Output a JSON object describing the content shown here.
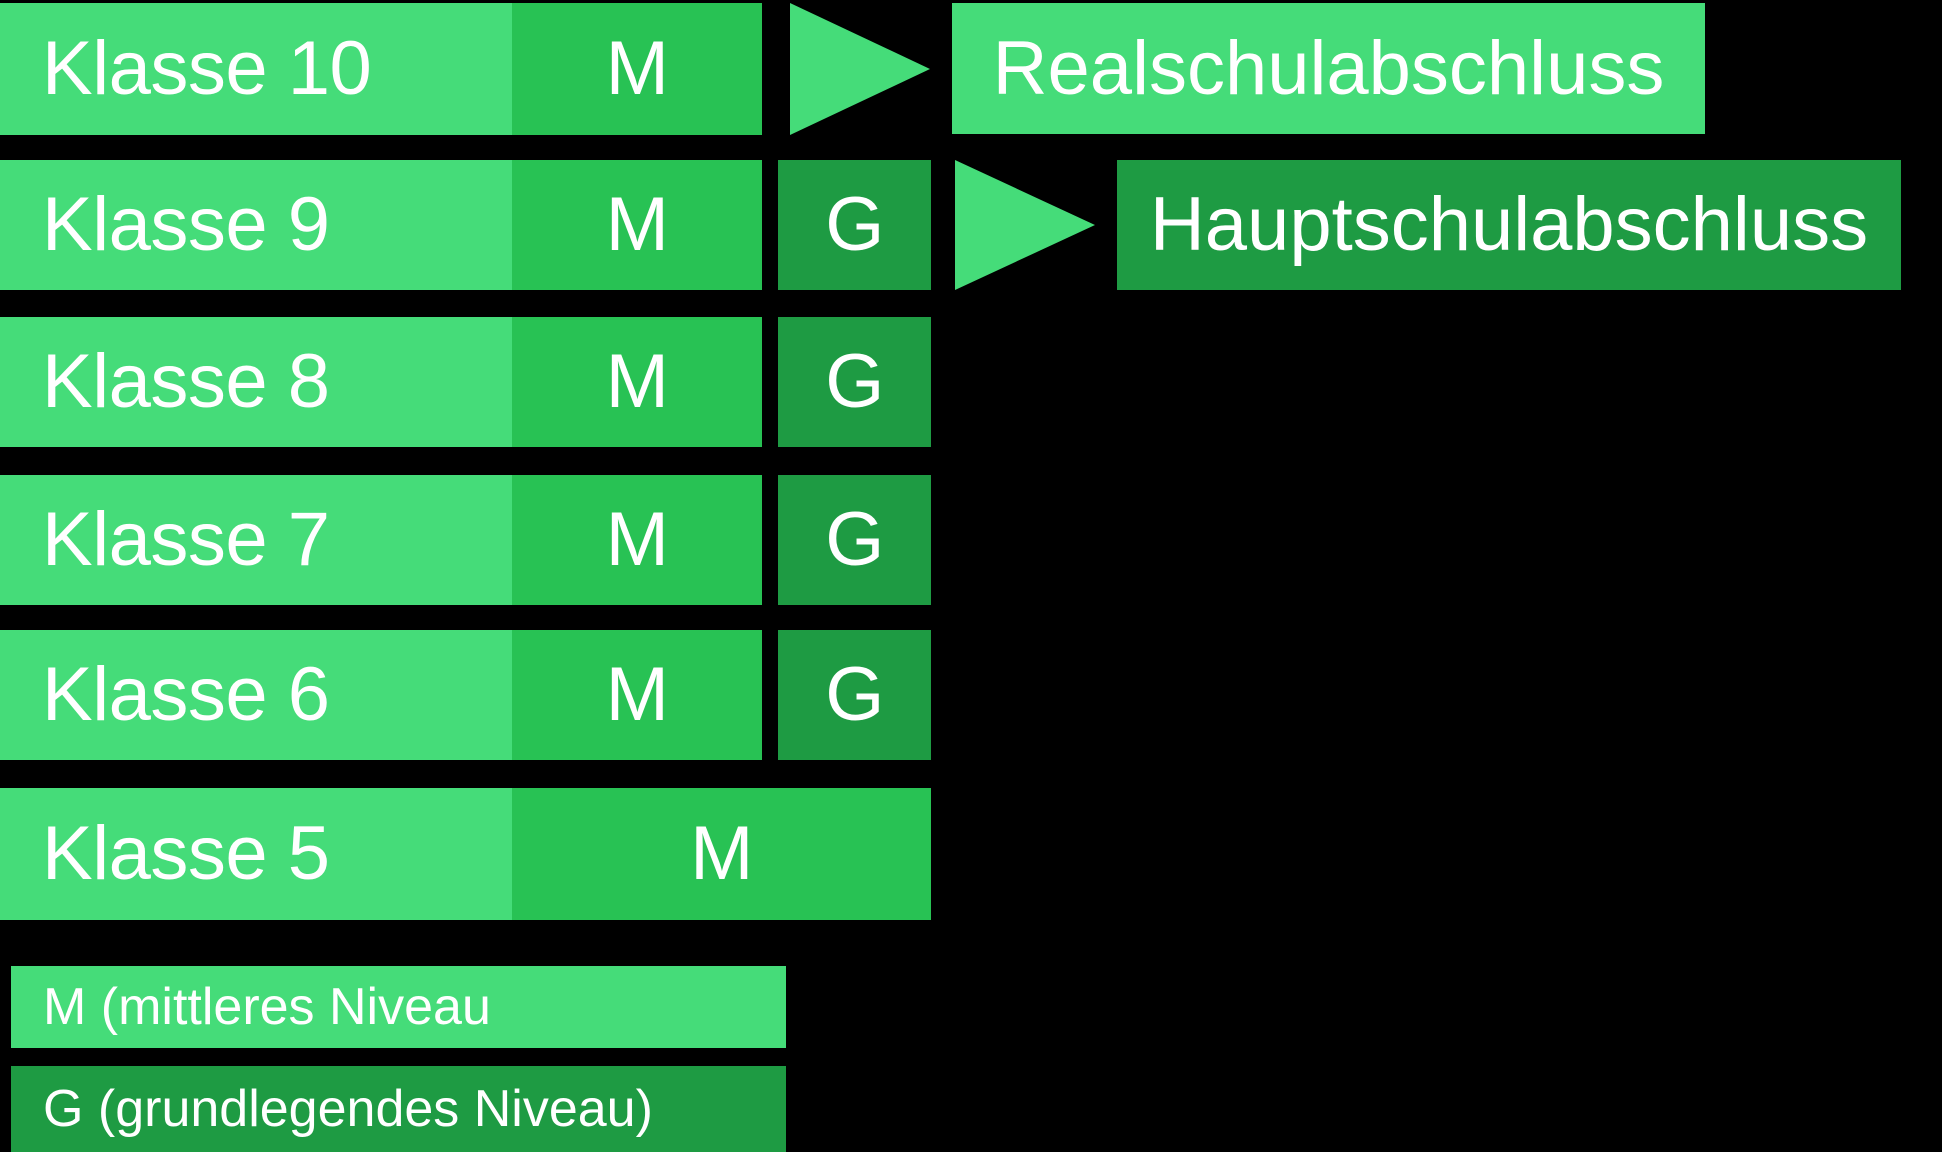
{
  "diagram": {
    "title_text": "",
    "background_color": "#000000",
    "colors": {
      "light_green": "#45DC79",
      "medium_green": "#28C254",
      "dark_green": "#1E9B43",
      "text": "#FFFFFF"
    },
    "rows": [
      {
        "id": "klasse-10",
        "label": "Klasse 10",
        "levels": [
          {
            "code": "M"
          }
        ],
        "outcome": "Realschulabschluss",
        "has_arrow": true
      },
      {
        "id": "klasse-9",
        "label": "Klasse 9",
        "levels": [
          {
            "code": "M"
          },
          {
            "code": "G"
          }
        ],
        "outcome": "Hauptschulabschluss",
        "has_arrow": true
      },
      {
        "id": "klasse-8",
        "label": "Klasse 8",
        "levels": [
          {
            "code": "M"
          },
          {
            "code": "G"
          }
        ],
        "outcome": "",
        "has_arrow": false
      },
      {
        "id": "klasse-7",
        "label": "Klasse 7",
        "levels": [
          {
            "code": "M"
          },
          {
            "code": "G"
          }
        ],
        "outcome": "",
        "has_arrow": false
      },
      {
        "id": "klasse-6",
        "label": "Klasse 6",
        "levels": [
          {
            "code": "M"
          },
          {
            "code": "G"
          }
        ],
        "outcome": "",
        "has_arrow": false
      },
      {
        "id": "klasse-5",
        "label": "Klasse 5",
        "levels": [
          {
            "code": "M"
          }
        ],
        "outcome": "",
        "has_arrow": false
      }
    ],
    "legend": [
      {
        "id": "legend-m",
        "text": "M (mittleres Niveau",
        "color": "light"
      },
      {
        "id": "legend-g",
        "text": "G (grundlegendes Niveau)",
        "color": "dark"
      }
    ]
  }
}
